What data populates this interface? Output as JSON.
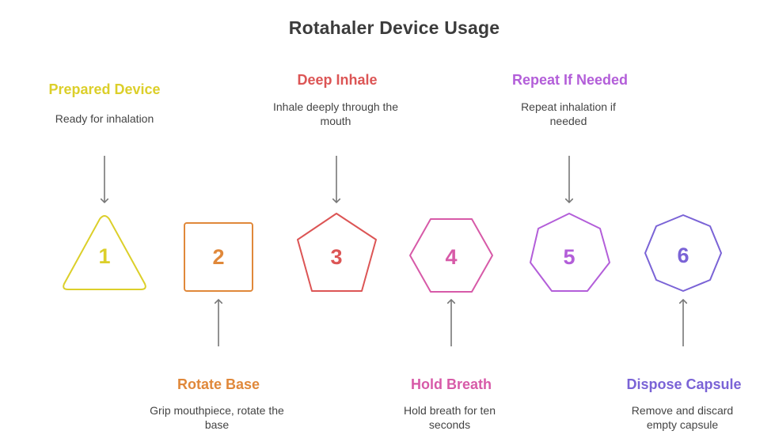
{
  "title": "Rotahaler Device Usage",
  "steps": [
    {
      "number": "1",
      "heading": "Prepared Device",
      "description": "Ready for inhalation",
      "color": "#dccf2a",
      "shape": "triangle-icon"
    },
    {
      "number": "2",
      "heading": "Rotate Base",
      "description": "Grip mouthpiece, rotate the base",
      "color": "#e0883a",
      "shape": "square-icon"
    },
    {
      "number": "3",
      "heading": "Deep Inhale",
      "description": "Inhale deeply through the mouth",
      "color": "#dc5555",
      "shape": "pentagon-icon"
    },
    {
      "number": "4",
      "heading": "Hold Breath",
      "description": "Hold breath for ten seconds",
      "color": "#d75aa8",
      "shape": "hexagon-icon"
    },
    {
      "number": "5",
      "heading": "Repeat If Needed",
      "description": "Repeat inhalation if needed",
      "color": "#b35ed9",
      "shape": "heptagon-icon"
    },
    {
      "number": "6",
      "heading": "Dispose Capsule",
      "description": "Remove and discard empty capsule",
      "color": "#7a63d6",
      "shape": "octagon-icon"
    }
  ],
  "arrow_color": "#777777"
}
